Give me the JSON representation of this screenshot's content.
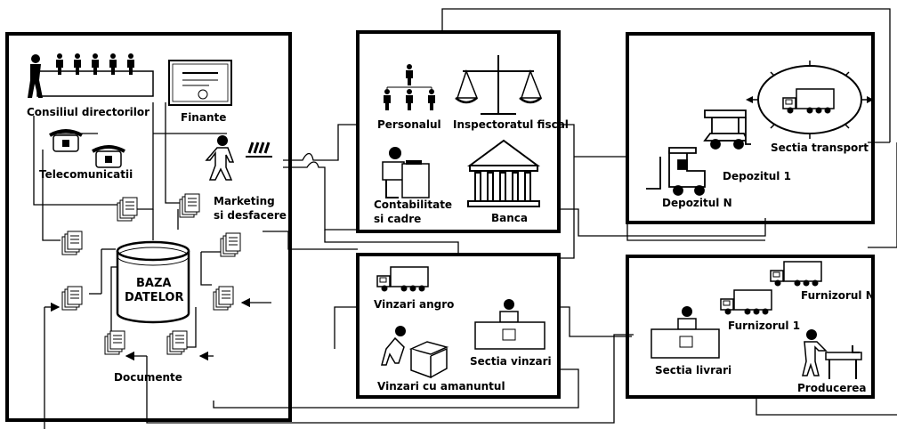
{
  "panels": {
    "enterprise": {
      "board_label": "Consiliul directorilor",
      "finance_label": "Finante",
      "telecom_label": "Telecomunicatii",
      "marketing_label_line1": "Marketing",
      "marketing_label_line2": "si desfacere",
      "database_label_line1": "BAZA",
      "database_label_line2": "DATELOR",
      "documents_label": "Documente"
    },
    "institutions": {
      "personnel_label": "Personalul",
      "tax_label": "Inspectoratul fiscal",
      "accounting_label_line1": "Contabilitate",
      "accounting_label_line2": "si cadre",
      "bank_label": "Banca"
    },
    "sales": {
      "wholesale_label": "Vinzari angro",
      "sales_dept_label": "Sectia vinzari",
      "retail_label": "Vinzari cu amanuntul"
    },
    "warehouses": {
      "transport_label": "Sectia transport",
      "depot1_label": "Depozitul 1",
      "depotN_label": "Depozitul N"
    },
    "supply": {
      "supplierN_label": "Furnizorul N",
      "supplier1_label": "Furnizorul 1",
      "delivery_label": "Sectia livrari",
      "production_label": "Producerea"
    }
  },
  "colors": {
    "stroke": "#000000",
    "background": "#ffffff"
  },
  "icons": [
    "people-icon",
    "certificate-icon",
    "telephone-icon",
    "walking-person-icon",
    "document-stack-icon",
    "database-icon",
    "org-chart-icon",
    "scales-icon",
    "accountant-desk-icon",
    "bank-building-icon",
    "truck-icon",
    "box-person-icon",
    "clerk-desk-icon",
    "globe-route-icon",
    "forklift-icon",
    "worker-machine-icon"
  ]
}
